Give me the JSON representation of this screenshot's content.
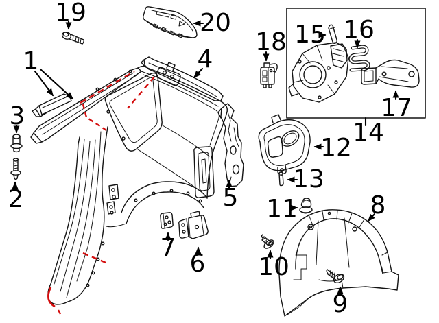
{
  "figure": {
    "kind": "exploded-parts-diagram",
    "background_color": "#ffffff",
    "line_color": "#141414",
    "highlight_color": "#d40d0d"
  },
  "group_box": {
    "label": "14",
    "contains": [
      "15",
      "16",
      "17"
    ]
  },
  "callouts": [
    {
      "label": "1",
      "part": "quarter-panel"
    },
    {
      "label": "2",
      "part": "stud-long"
    },
    {
      "label": "3",
      "part": "stud-short"
    },
    {
      "label": "4",
      "part": "roof-side-rail"
    },
    {
      "label": "5",
      "part": "pillar-reinforcement"
    },
    {
      "label": "6",
      "part": "mount-bracket"
    },
    {
      "label": "7",
      "part": "mount-plate"
    },
    {
      "label": "8",
      "part": "wheelhouse-liner"
    },
    {
      "label": "9",
      "part": "screw"
    },
    {
      "label": "10",
      "part": "push-rivet"
    },
    {
      "label": "11",
      "part": "grommet"
    },
    {
      "label": "12",
      "part": "fuel-filler-pocket"
    },
    {
      "label": "13",
      "part": "pin"
    },
    {
      "label": "14",
      "part": "fuel-door-assembly-group"
    },
    {
      "label": "15",
      "part": "hinge-pin"
    },
    {
      "label": "16",
      "part": "spring"
    },
    {
      "label": "17",
      "part": "hinge-bracket"
    },
    {
      "label": "18",
      "part": "actuator"
    },
    {
      "label": "19",
      "part": "bolt"
    },
    {
      "label": "20",
      "part": "access-cover"
    }
  ]
}
